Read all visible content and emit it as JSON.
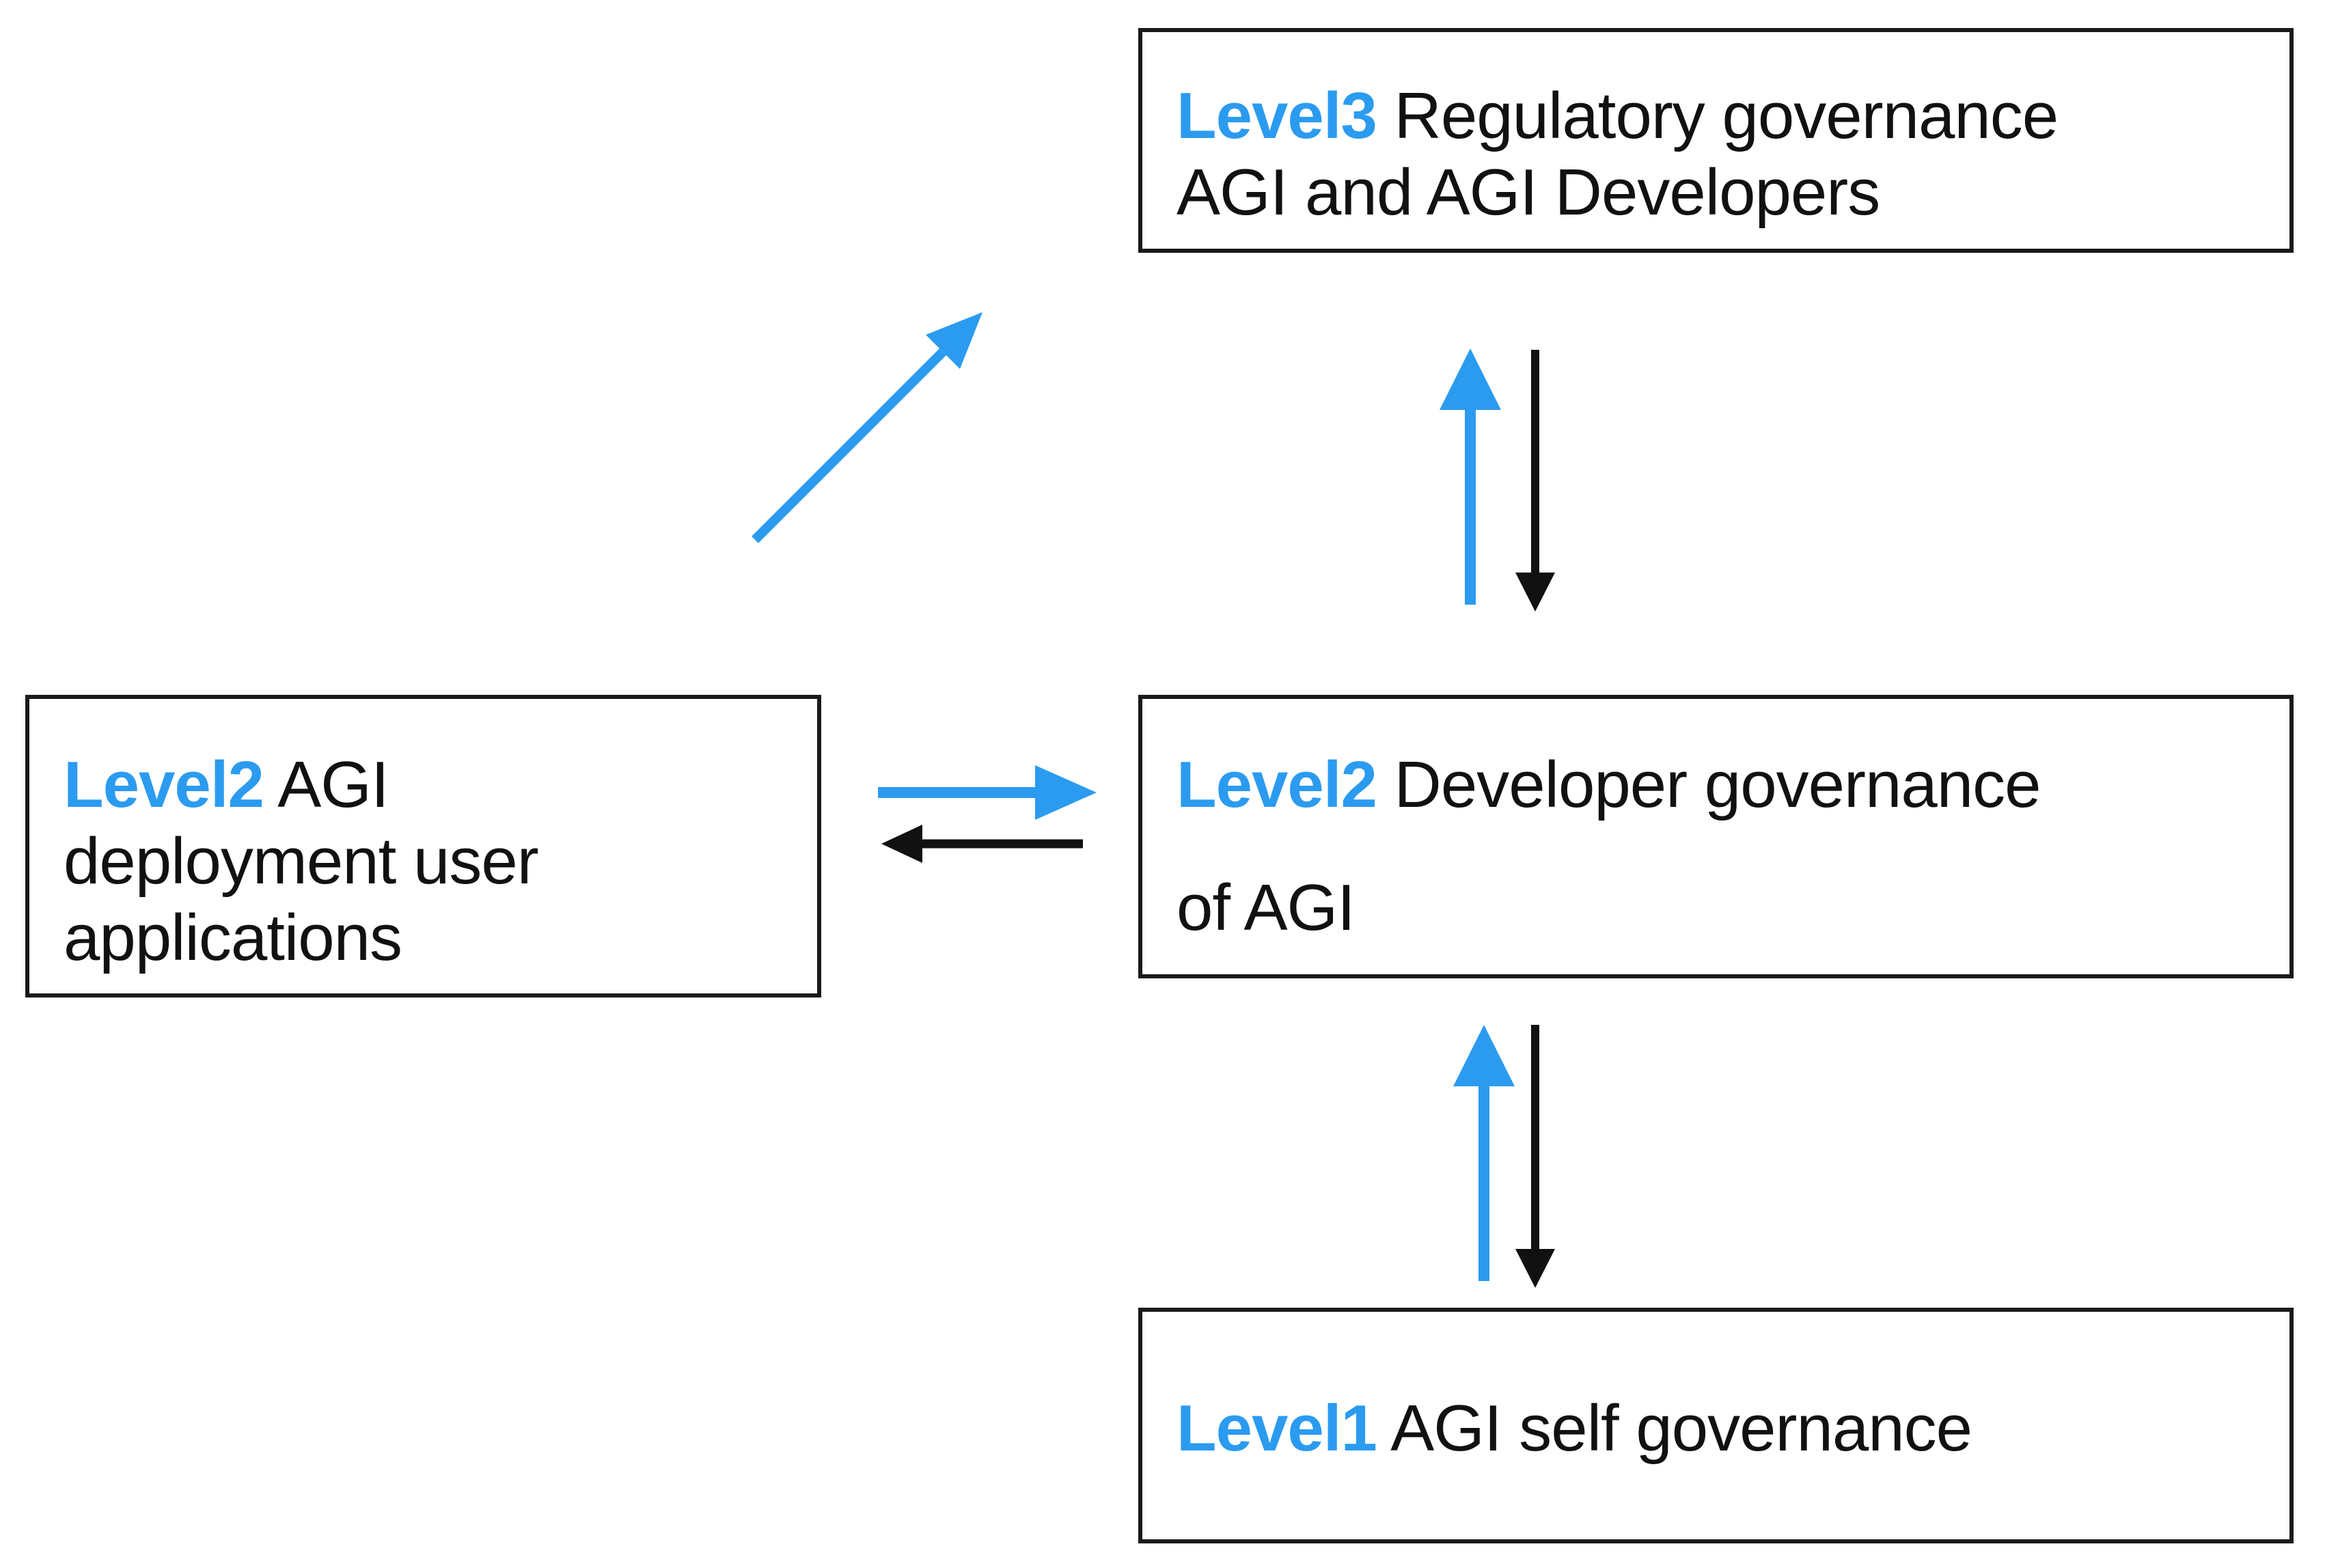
{
  "colors": {
    "accent": "#2b9bf0",
    "border": "#1a1a1a",
    "text": "#111111"
  },
  "boxes": {
    "level3": {
      "tag": "Level3",
      "line1": "Regulatory governance",
      "line2": "AGI and AGI Developers"
    },
    "level2_developer": {
      "tag": "Level2",
      "line1": "Developer governance",
      "line2": "of AGI"
    },
    "level2_deployment": {
      "tag": "Level2",
      "line1": "AGI",
      "line2": "deployment user",
      "line3": "applications"
    },
    "level1": {
      "tag": "Level1",
      "line1": "AGI self governance"
    }
  },
  "arrows": [
    {
      "from": "level2_deployment",
      "to": "level3",
      "color": "blue"
    },
    {
      "from": "level2_developer",
      "to": "level3",
      "color": "blue"
    },
    {
      "from": "level3",
      "to": "level2_developer",
      "color": "black"
    },
    {
      "from": "level2_deployment",
      "to": "level2_developer",
      "color": "blue"
    },
    {
      "from": "level2_developer",
      "to": "level2_deployment",
      "color": "black"
    },
    {
      "from": "level1",
      "to": "level2_developer",
      "color": "blue"
    },
    {
      "from": "level2_developer",
      "to": "level1",
      "color": "black"
    }
  ]
}
